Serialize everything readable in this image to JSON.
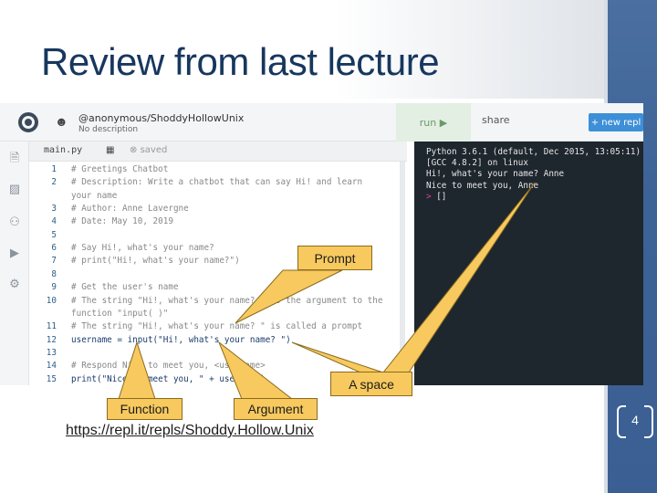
{
  "slide": {
    "title": "Review from last lecture",
    "link": "https://repl.it/repls/Shoddy.Hollow.Unix",
    "page_number": "4"
  },
  "repl": {
    "repo_title": "@anonymous/ShoddyHollowUnix",
    "repo_desc": "No description",
    "run_label": "run ▶",
    "share_label": "share",
    "new_repl_label": "+ new repl",
    "file_tab": "main.py",
    "saved_label": "saved",
    "code": [
      {
        "n": "1",
        "t": "# Greetings Chatbot",
        "kind": "comment"
      },
      {
        "n": "2",
        "t": "# Description: Write a chatbot that can say Hi! and learn",
        "kind": "comment"
      },
      {
        "n": "",
        "t": "your name",
        "kind": "comment"
      },
      {
        "n": "3",
        "t": "# Author: Anne Lavergne",
        "kind": "comment"
      },
      {
        "n": "4",
        "t": "# Date: May 10, 2019",
        "kind": "comment"
      },
      {
        "n": "5",
        "t": "",
        "kind": "comment"
      },
      {
        "n": "6",
        "t": "# Say Hi!, what's your name?",
        "kind": "comment"
      },
      {
        "n": "7",
        "t": "# print(\"Hi!, what's your name?\")",
        "kind": "comment"
      },
      {
        "n": "8",
        "t": "",
        "kind": "comment"
      },
      {
        "n": "9",
        "t": "# Get the user's name",
        "kind": "comment"
      },
      {
        "n": "10",
        "t": "# The string \"Hi!, what's your name? \" is the argument to the",
        "kind": "comment"
      },
      {
        "n": "",
        "t": "function \"input( )\"",
        "kind": "comment"
      },
      {
        "n": "11",
        "t": "# The string \"Hi!, what's your name? \" is called a prompt",
        "kind": "comment"
      },
      {
        "n": "12",
        "t": "username = input(\"Hi!, what's your name? \")",
        "kind": "code"
      },
      {
        "n": "13",
        "t": "",
        "kind": "comment"
      },
      {
        "n": "14",
        "t": "# Respond Nice to meet you, <username>",
        "kind": "comment"
      },
      {
        "n": "15",
        "t": "print(\"Nice to meet you, \" + username)",
        "kind": "code"
      }
    ],
    "console": [
      "Python 3.6.1 (default, Dec 2015, 13:05:11)",
      "[GCC 4.8.2] on linux",
      "Hi!, what's your name? Anne",
      "Nice to meet you, Anne"
    ],
    "prompt_caret": ">",
    "cursor": "[]"
  },
  "callouts": {
    "prompt": "Prompt",
    "a_space": "A space",
    "function": "Function",
    "argument": "Argument"
  },
  "colors": {
    "callout_fill": "#f7c95f",
    "title_color": "#17375e",
    "band_color": "#3d6296"
  }
}
